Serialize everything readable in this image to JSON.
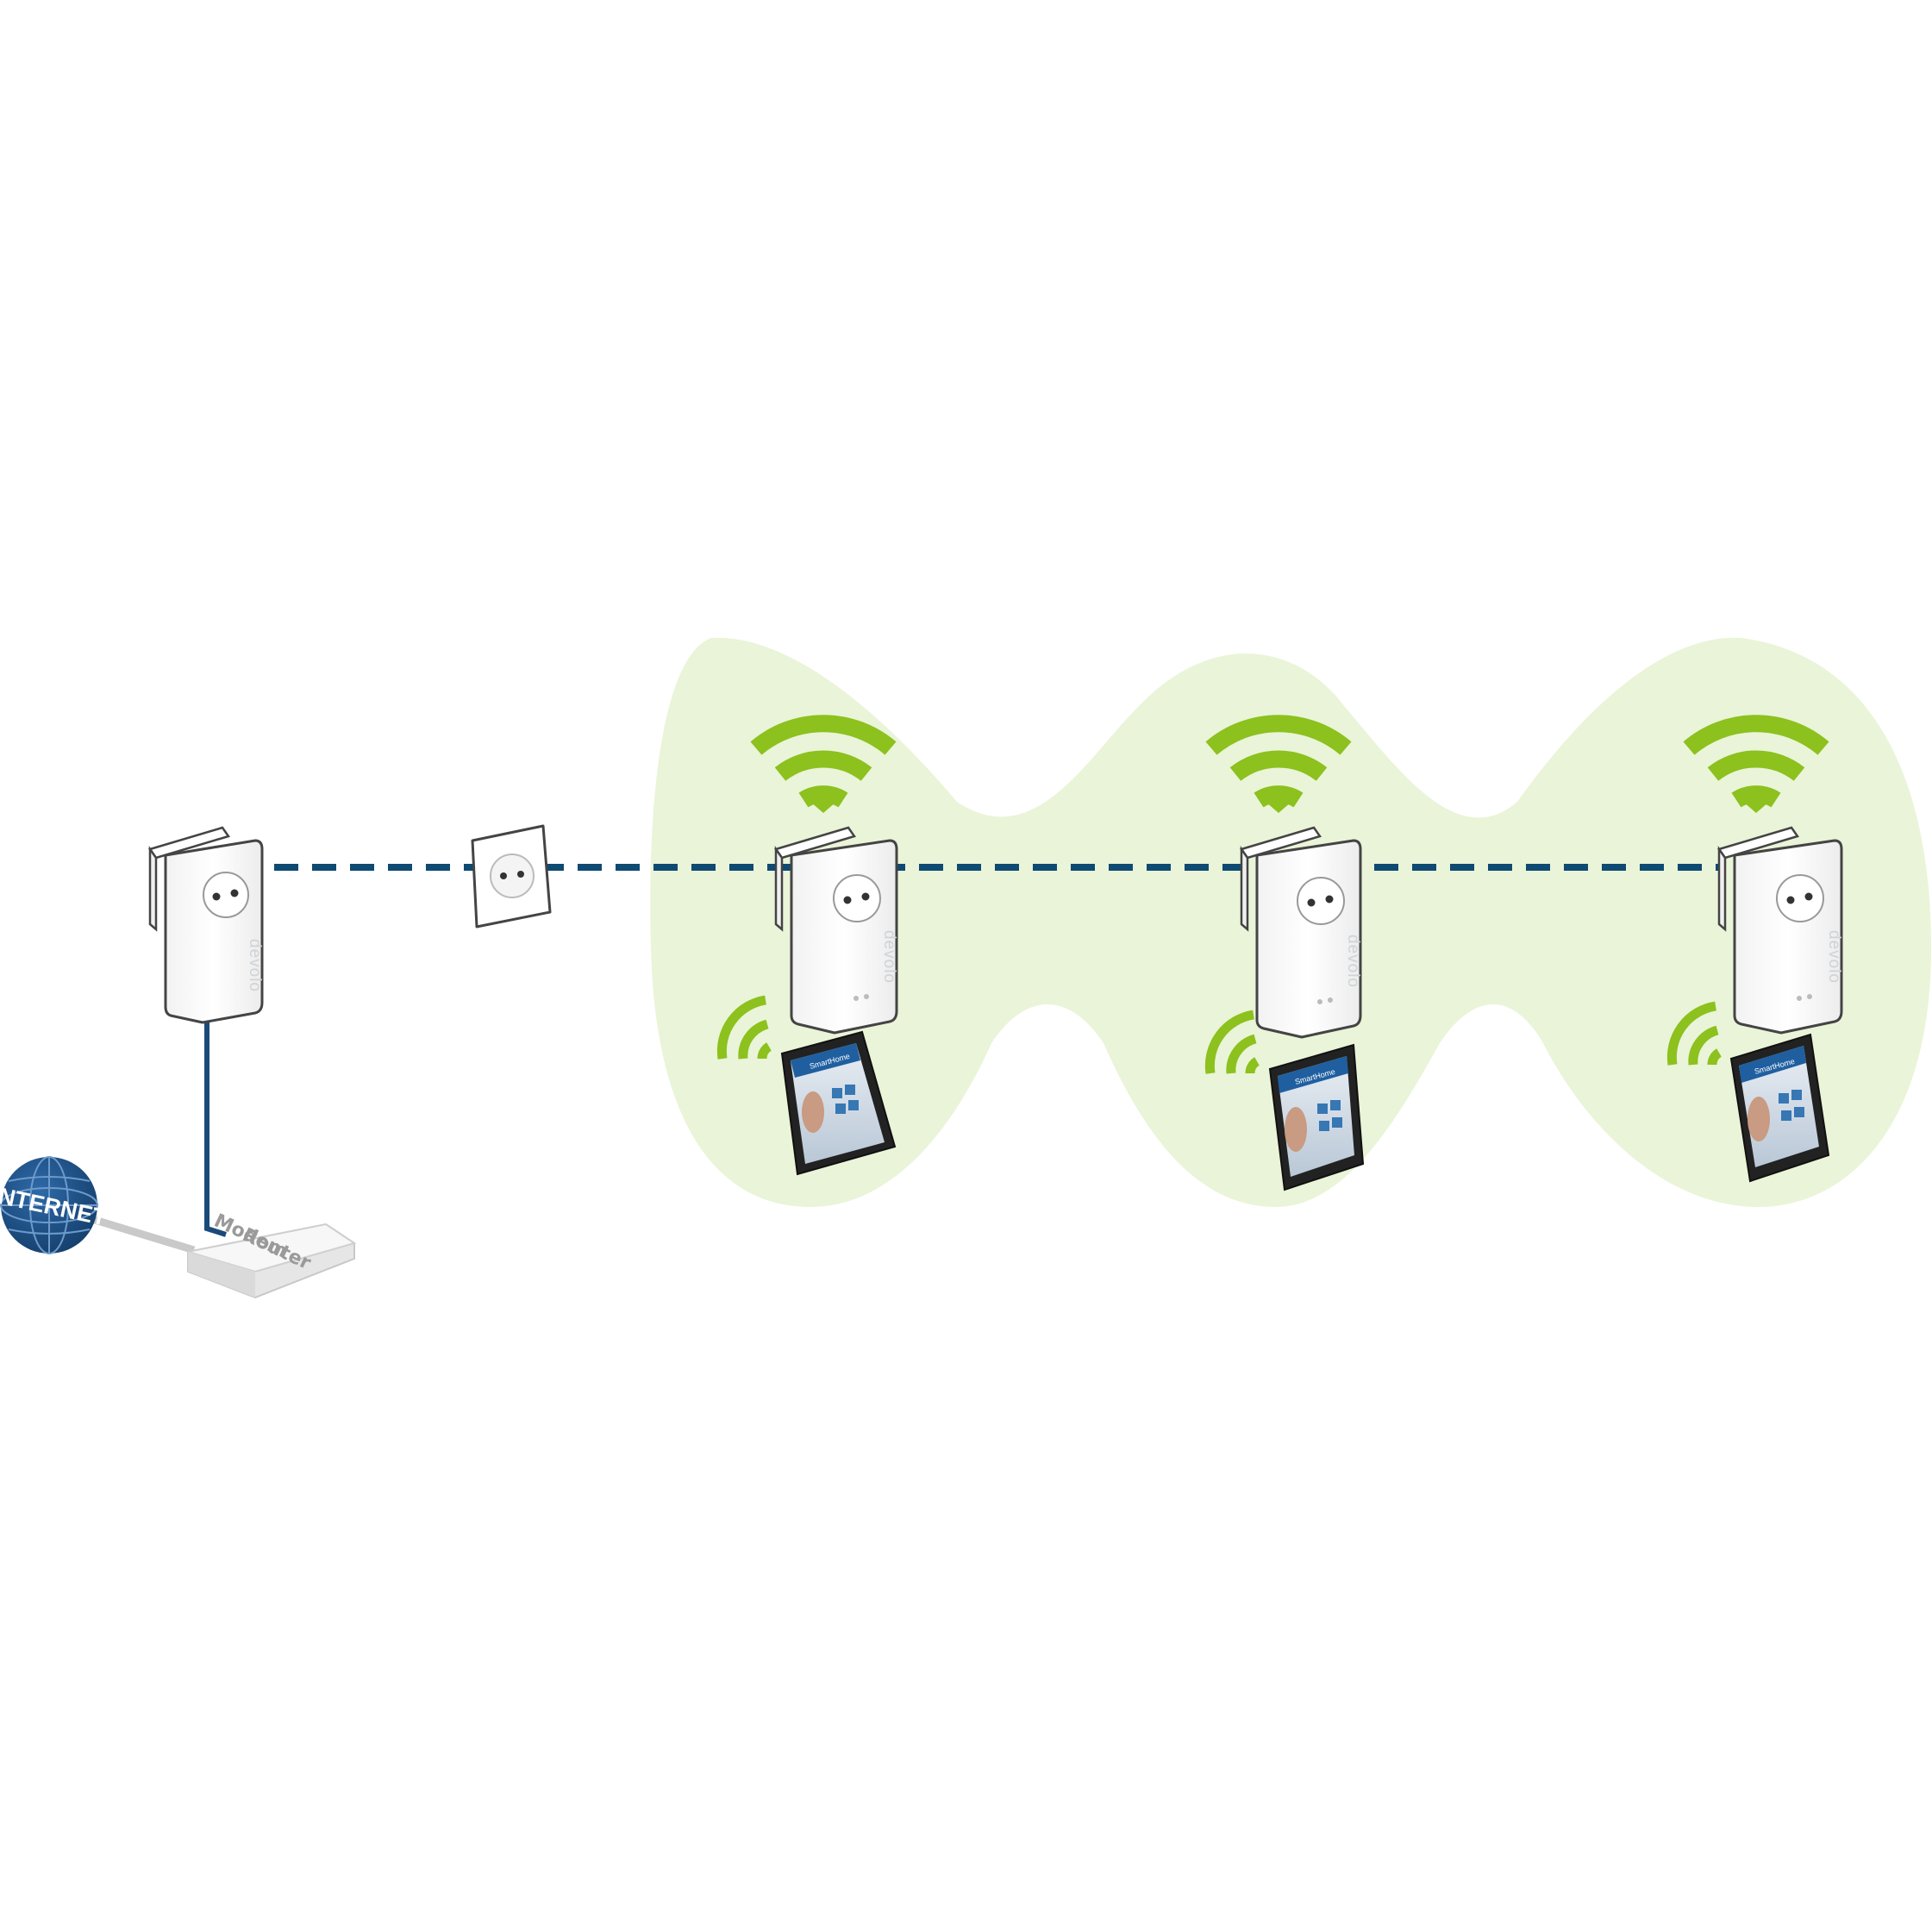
{
  "internet": {
    "label": "INTERNET"
  },
  "router": {
    "line1": "Modem",
    "line2": "Router"
  },
  "adapters": [
    {
      "brand": "devolo"
    },
    {
      "brand": "devolo"
    },
    {
      "brand": "devolo"
    },
    {
      "brand": "devolo"
    }
  ],
  "tablets": [
    {
      "screen_title": "SmartHome"
    },
    {
      "screen_title": "SmartHome"
    },
    {
      "screen_title": "SmartHome"
    }
  ],
  "colors": {
    "powerline": "#0f4a73",
    "wifi": "#8cc11e",
    "coverage": "#eaf4d8",
    "globe": "#1c4f86",
    "ethernet_cable": "#1b4a7a",
    "router_cable": "#c9c9c9"
  },
  "icons": [
    "globe-icon",
    "router-icon",
    "wall-socket-icon",
    "powerline-adapter-icon",
    "wifi-icon",
    "tablet-icon"
  ]
}
